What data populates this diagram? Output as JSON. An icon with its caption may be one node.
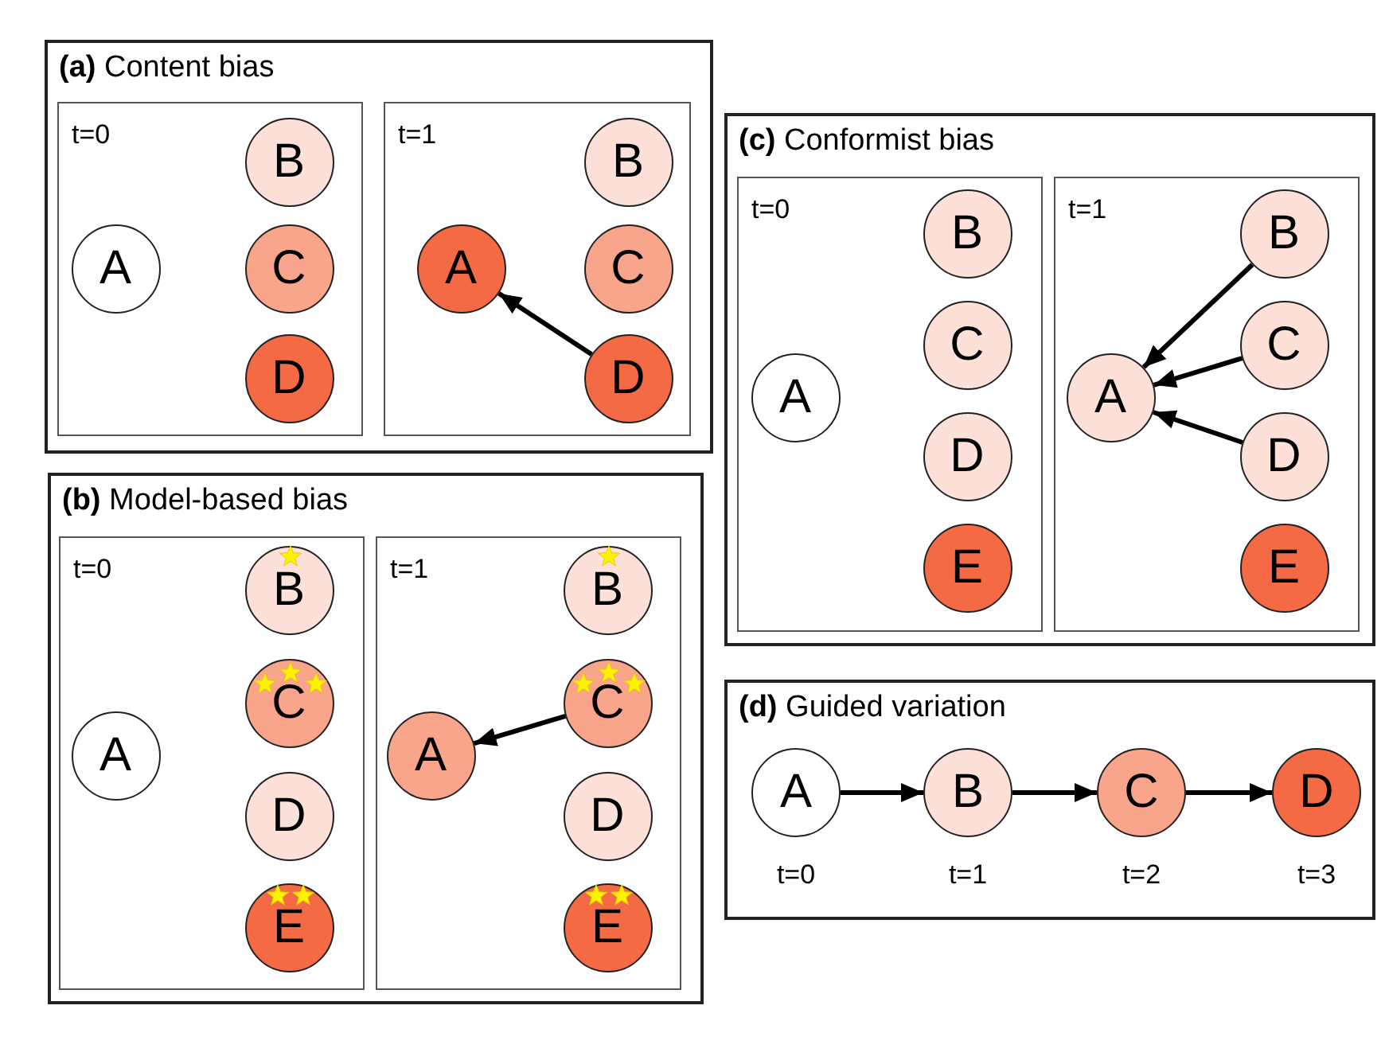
{
  "diagram": {
    "nodes": [
      {
        "text": [
          "**(a)** Content bias"
        ]
      },
      {
        "text": [
          "t=0"
        ],
        "in": 0
      },
      {
        "text": [
          "A"
        ],
        "in": 1
      },
      {
        "text": [
          "B"
        ],
        "in": 1
      },
      {
        "text": [
          "C"
        ],
        "in": 1
      },
      {
        "text": [
          "D"
        ],
        "in": 1
      },
      {
        "text": [
          "t=1"
        ],
        "in": 0
      },
      {
        "text": [
          "A"
        ],
        "in": 6
      },
      {
        "text": [
          "B"
        ],
        "in": 6
      },
      {
        "text": [
          "C"
        ],
        "in": 6
      },
      {
        "text": [
          "D"
        ],
        "in": 6
      },
      {
        "text": [
          "**(b)** Model-based bias"
        ]
      },
      {
        "text": [
          "t=0"
        ],
        "in": 11
      },
      {
        "text": [
          "A"
        ],
        "in": 12
      },
      {
        "text": [
          "B"
        ],
        "in": 12
      },
      {
        "text": [
          "C"
        ],
        "in": 12
      },
      {
        "text": [
          "D"
        ],
        "in": 12
      },
      {
        "text": [
          "E"
        ],
        "in": 12
      },
      {
        "text": [
          "t=1"
        ],
        "in": 11
      },
      {
        "text": [
          "A"
        ],
        "in": 18
      },
      {
        "text": [
          "B"
        ],
        "in": 18
      },
      {
        "text": [
          "C"
        ],
        "in": 18
      },
      {
        "text": [
          "D"
        ],
        "in": 18
      },
      {
        "text": [
          "E"
        ],
        "in": 18
      },
      {
        "text": [
          "**(c)** Conformist bias"
        ]
      },
      {
        "text": [
          "t=0"
        ],
        "in": 24
      },
      {
        "text": [
          "A"
        ],
        "in": 25
      },
      {
        "text": [
          "B"
        ],
        "in": 25
      },
      {
        "text": [
          "C"
        ],
        "in": 25
      },
      {
        "text": [
          "D"
        ],
        "in": 25
      },
      {
        "text": [
          "E"
        ],
        "in": 25
      },
      {
        "text": [
          "t=1"
        ],
        "in": 24
      },
      {
        "text": [
          "A"
        ],
        "in": 31
      },
      {
        "text": [
          "B"
        ],
        "in": 31
      },
      {
        "text": [
          "C"
        ],
        "in": 31
      },
      {
        "text": [
          "D"
        ],
        "in": 31
      },
      {
        "text": [
          "E"
        ],
        "in": 31
      },
      {
        "text": [
          "**(d)** Guided variation"
        ]
      },
      {
        "text": [
          "A"
        ],
        "in": 37,
        "beside": [
          "t=0"
        ]
      },
      {
        "text": [
          "B"
        ],
        "in": 37,
        "beside": [
          "t=1"
        ]
      },
      {
        "text": [
          "C"
        ],
        "in": 37,
        "beside": [
          "t=2"
        ]
      },
      {
        "text": [
          "D"
        ],
        "in": 37,
        "beside": [
          "t=3"
        ]
      }
    ],
    "edges": [
      {
        "from": 10,
        "to": 7,
        "arrow": "to"
      },
      {
        "from": 21,
        "to": 19,
        "arrow": "to"
      },
      {
        "from": 33,
        "to": 32,
        "arrow": "to"
      },
      {
        "from": 34,
        "to": 32,
        "arrow": "to"
      },
      {
        "from": 35,
        "to": 32,
        "arrow": "to"
      },
      {
        "from": 38,
        "to": 39,
        "arrow": "to"
      },
      {
        "from": 39,
        "to": 40,
        "arrow": "to"
      },
      {
        "from": 40,
        "to": 41,
        "arrow": "to"
      }
    ]
  }
}
